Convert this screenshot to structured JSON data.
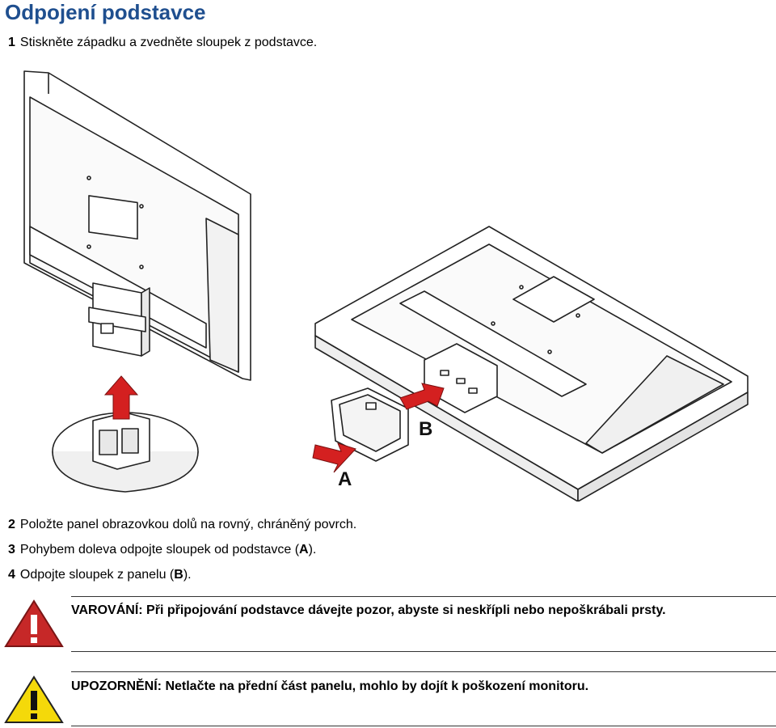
{
  "title": "Odpojení podstavce",
  "steps": [
    {
      "num": "1",
      "text": "Stiskněte západku a zvedněte sloupek z podstavce."
    },
    {
      "num": "2",
      "text": "Položte panel obrazovkou dolů na rovný, chráněný povrch."
    },
    {
      "num": "3",
      "pre": "Pohybem doleva odpojte sloupek od podstavce (",
      "bold": "A",
      "post": ")."
    },
    {
      "num": "4",
      "pre": "Odpojte sloupek z panelu (",
      "bold": "B",
      "post": ")."
    }
  ],
  "figure": {
    "label_a": "A",
    "label_b": "B",
    "arrow_color": "#d42020"
  },
  "warning": {
    "text": "VAROVÁNÍ: Při připojování podstavce dávejte pozor, abyste si neskřípli nebo nepoškrábali prsty.",
    "icon": "warning-triangle-icon",
    "color": "#c62828"
  },
  "caution": {
    "text": "UPOZORNĚNÍ: Netlačte na přední část panelu, mohlo by dojít k poškození monitoru.",
    "icon": "caution-triangle-icon",
    "color": "#f4d90a"
  }
}
